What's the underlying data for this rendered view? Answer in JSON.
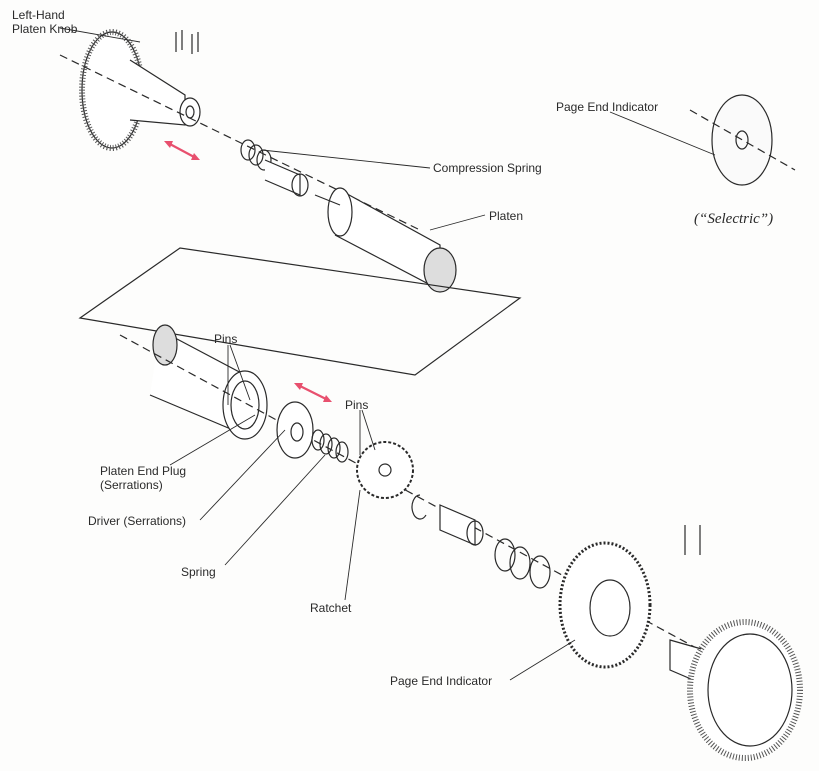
{
  "labels": {
    "left_knob": [
      "Left-Hand",
      "Platen Knob"
    ],
    "compression_spring": "Compression Spring",
    "platen": "Platen",
    "page_end_indicator_top": "Page End Indicator",
    "selectric": "(“Selectric”)",
    "pins_left": "Pins",
    "pins_right": "Pins",
    "platen_end_plug": [
      "Platen End Plug",
      "(Serrations)"
    ],
    "driver": "Driver (Serrations)",
    "spring": "Spring",
    "ratchet": "Ratchet",
    "page_end_indicator_bottom": "Page End Indicator"
  },
  "colors": {
    "arrow": "#e8506e",
    "line": "#2a2a2a"
  }
}
